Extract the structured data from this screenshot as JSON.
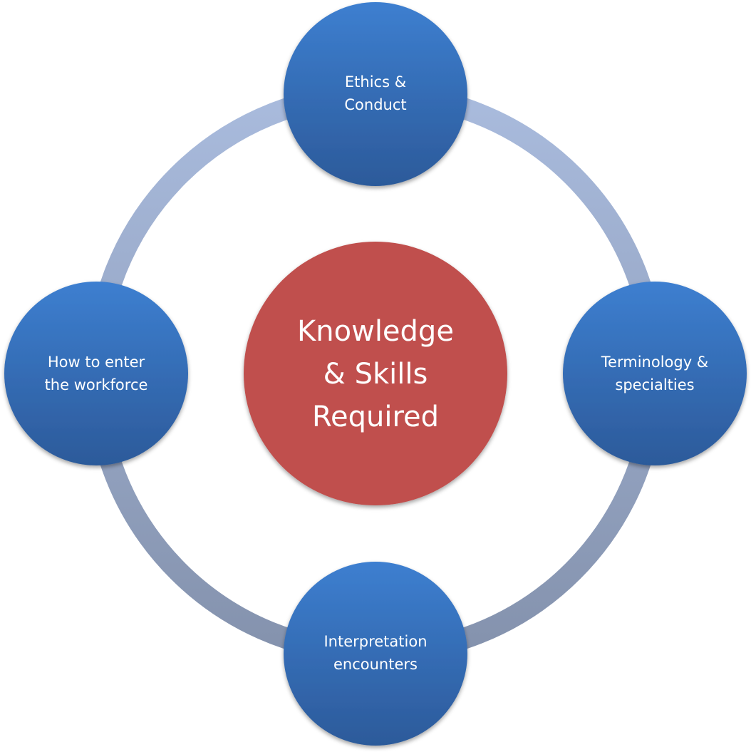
{
  "center": {
    "lines": [
      "Knowledge",
      "& Skills",
      "Required"
    ],
    "color": "#c0504d"
  },
  "nodes": [
    {
      "id": "top",
      "lines": [
        "Ethics &",
        "Conduct"
      ]
    },
    {
      "id": "right",
      "lines": [
        "Terminology &",
        "specialties"
      ]
    },
    {
      "id": "bottom",
      "lines": [
        "Interpretation",
        "encounters"
      ]
    },
    {
      "id": "left",
      "lines": [
        "How to enter",
        "the workforce"
      ]
    }
  ],
  "colors": {
    "node_top": "#3d7fd0",
    "node_bottom": "#2c5a9a",
    "ring_top": "#a9bbdd",
    "ring_bottom": "#8492ad"
  }
}
